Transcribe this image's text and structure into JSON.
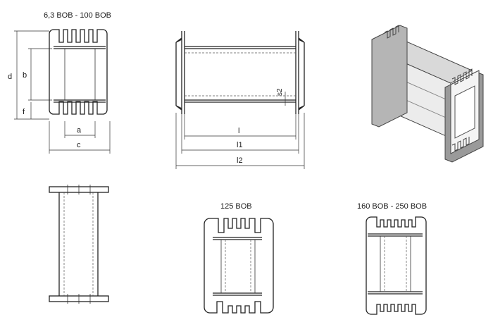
{
  "labels": {
    "title_small": "6,3 BOB  -  100 BOB",
    "title_125": "125 BOB",
    "title_160": "160 BOB  -  250 BOB"
  },
  "dims": {
    "d": "d",
    "b": "b",
    "f": "f",
    "a": "a",
    "c": "c",
    "l": "l",
    "l1": "l1",
    "l2": "l2",
    "s2": "s2"
  },
  "colors": {
    "line": "#222222",
    "face_light": "#ececec",
    "face_mid": "#d9d9d9",
    "face_dark": "#9a9a9a"
  }
}
